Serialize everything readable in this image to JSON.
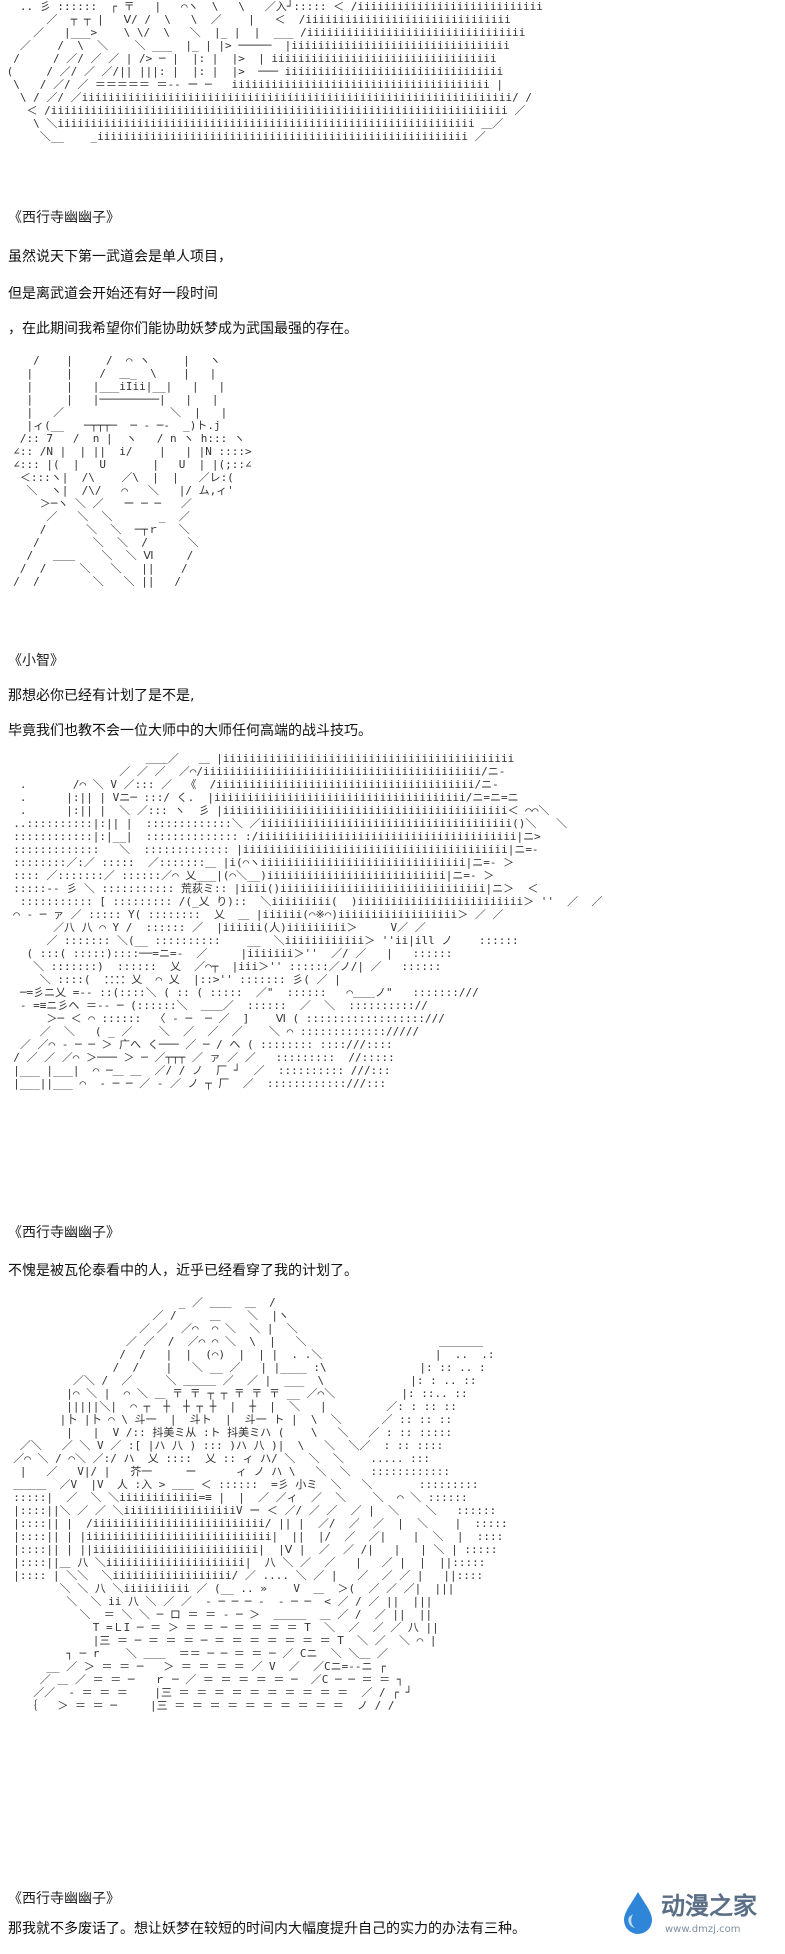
{
  "art": [
    "   .. 彡 ::::::  ┌ 〒   |   ⌒ヽ  \\   \\   ／入┘::::: ＜ /iiiiiiiiiiiiiiiiiiiiiiiiiiii\n       ／  ┬ ┬ |   Ⅴ/ /  \\   \\  ／    |   ＜  /iiiiiiiiiiiiiiiiiiiiiiiiiiiiiii\n     ／   |___>    \\ \\/  \\   ＼  |_ |  |  ___ /iiiiiiiiiiiiiiiiiiiiiiiiiiiiiiiii\n   ／    /  \\  ＼    ＼ ___  |_ | |> ─────  |iiiiiiiiiiiiiiiiiiiiiiiiiiiiiiiii\n  /     / ／/ ／ ／ | /> ─ |  |: |  |>  | iiiiiiiiiiiiiiiiiiiiiiiiiiiiiiiiii\n (     / ／/ ／ ／/|| |||: |  |: |  |>  ─── iiiiiiiiiiiiiiiiiiiiiiiiiiiiiiiii\n  \\   / ／/ ／ ＝＝＝＝＝ ＝‐‐ ー ─   iiiiiiiiiiiiiiiiiiiiiiiiiiiiiiiiiiiiiii |\n   \\ / ／/ ／iiiiiiiiiiiiiiiiiiiiiiiiiiiiiiiiiiiiiiiiiiiiiiiiiiiiiiiiiiiiiiiii/ /\n    ＜ /iiiiiiiiiiiiiiiiiiiiiiiiiiiiiiiiiiiiiiiiiiiiiiiiiiiiiiiiiiiiiiiiiiiii ／\n     \\ ＼iiiiiiiiiiiiiiiiiiiiiiiiiiiiiiiiiiiiiiiiiiiiiiiiiiiiiiiiiiiiiii ＿／\n      ＼__    _iiiiiiiiiiiiiiiiiiiiiiiiiiiiiiiiiiiiiiiiiiiiiiiiiiiiiiii ／",
    "     /    |     /  ⌒ ヽ     |   ヽ\n    |     |    /  ＿_  \\    |   |\n    |     |   |___iIii|__|   |   |\n    |     |   |─────────|   |   |\n    |   ／                ＼  |   |\n    |ィ(__   ─┬┬┬─  ─ ‐ ─‐  _)ト.j\n   /:: 7   /  n |  ヽ   / n ヽ h::: ヽ\n  ∠:: /N |  | ||  i/    |   | |N ::::>\n  ∠::: |(  |   U       |   U  | |(;::∠\n   ＜:::ヽ|  /\\    ／\\  |  |   ／レ:(\n    ＼  ヽ|  /\\/   ⌒   ＼   |/ ム,ィ'\n      ＞─ヽ ＼ ／   ー ─ ─   ／\n       ／   ＼  ＼       _  ／\n      /      ＼  ＼  ─┬ｒ   ＼\n     /        ＼  ＼  /      ＼\n    /   ＿＿    ＼  ＼ Ⅵ     /\n   /  /     ＼   ＼   ||    /\n  /  /        ＼   ＼ ||   /",
    "                      ＿＿／   ＿ |iiiiiiiiiiiiiiiiiiiiiiiiiiiiiiiiiiiiiiiiiiii\n                  ／ ／ ／  ／⌒/iiiiiiiiiiiiiiiiiiiiiiiiiiiiiiiiiiiiiiiiii/ニ‐\n   .       /⌒ ＼ V ／::: ／  《  /iiiiiiiiiiiiiiiiiiiiiiiiiiiiiiiiiiiiiii/ニ‐\n   .      |:|| | Vニ─ :::/ く.  |iiiiiiiiiiiiiiiiiiiiiiiiiiiiiiiiiiiiii/ニ=ニ=ニ\n   .      |:|| |  ＼ ／::: ヽ  彡 |iiiiiiiiiiiiiiiiiiiiiiiiiiiiiiiiiiiiiiiiiii＜ ⌒⌒＼\n  ..::::::::::|:|| |  :::::::::::::＼ ／iiiiiiiiiiiiiiiiiiiiiiiiiiiiiiiiiiiiii()＼   ＼\n  ::::::::::::|:|__|  :::::::::::::: :/iiiiiiiiiiiiiiiiiiiiiiiiiiiiiiiiiiiiiii|ニ>\n  :::::::::::::   ＼  ::::::::::::: |iiiiiiiiiiiiiiiiiiiiiiiiiiiiiiiiiiiiiiii|ニ=‐\n  ::::::::／:／ :::::  ／:::::::＿ |i(⌒ヽiiiiiiiiiiiiiiiiiiiiiiiiiiiiiii|ニ=‐ ＞\n  :::: ／:::::::／ ::::::／⌒ 乂___|(⌒＼__)iiiiiiiiiiiiiiiiiiiiiiiiiii|ニ=‐ ＞\n  :::::‐‐ 彡 ＼ ::::::::::: 荒荻ミ:: |iiii()iiiiiiiiiiiiiiiiiiiiiiiiiiiiiii|ニ＞  ＜\n   ::::::::::: [ ::::::::: /(_乂 り)::  ＼iiiiiiiii(  )iiiiiiiiiiiiiiiiiiiiiiiii＞ ''  ／  ／\n  ⌒ ‐ ─ ァ ／ ::::: Y( ::::::::  乂  ＿ |iiiiii(⌒※⌒)iiiiiiiiiiiiiiiiii＞ ／ ／\n        ／八 八 ⌒ Y /  :::::: ／  |iiiiii(人)iiiiiiiii＞     V／ ／\n       ／ ::::::: ＼(__ ::::::::::    __  ＼iiiiiiiiiiii＞ ''ii|ill ノ    ::::::\n    ( :::( :::::)::::──=ニ=‐  ／     |iiiiiii＞''  ／/ ／   |   ::::::\n     ＼ :::::::)  ::::::  乂  ／⌒┬  |iii＞'' ::::::／ノ/| ／   ::::::\n      ＼ ::::(  ：：：：乂  ⌒ 乂  |::>'' ::::::: 彡( ／ |\n   ─=彡ニ乂 =‐‐ ::(::::＼ ( :: ( :::::  ／\"  ::::::   ⌒＿＿ノ\"   :::::::///\n   ‐ =≡ニ彡ヘ ＝‐‐ ─ (::::::＼  ＿＿／  ::::::  ／  ＼  :::::::::://\n       ＞─ ＜ ⌒ ::::::  〈 ‐ ─  ─ ／  ]    Ⅵ ( ::::::::::::::::::///\n      ／  ＼   ( _ ／    ＼  ／  ／  ／    ＼ ⌒ ::::::::::::://///\n   ／ ／⌒ ‐ ─ ─ ＞ 广へ く─── ／ ─ / ヘ ( :::::::: ::::///::::\n  / ／ ／ ／⌒ ＞─── ＞ ─ ／┬┬┬ ／ ァ ／ ／   :::::::::  //:::::\n  |___ |___|  ⌒ ─＿ ＿  ／/ / ノ  厂 ┘  ／  :::::::::: ///:::\n  |___||___ ⌒  ‐ ─ ─ ／ ‐ ／ ノ ┬ 厂  ／  ::::::::::::///:::",
    "                           _ ／ ＿＿  ＿  /\n                       ／ /     ＿    ＼  |ヽ\n                     ／ ／  ／⌒  ⌒ ＼  ＼ |  ＼\n                   ／ ／  /  ／⌒ ⌒ ＼  \\  |   ＼                    ＿＿＿＿\n                  /  /   |  |  (⌒)  |  | |  . .＼                 |  ..  .:\n                 /  /    |   ＼ __ ／   | |____ :\\              |: :: .. :\n           ／＼ /  ／     ＼ ＿＿＿ ／  ／ |  ___  \\             |: : .. ::\n          |⌒ ＼ |  ⌒ ＼ ＿ 〒 〒 ┬ ┬ 〒 〒 〒 __ ／⌒＼          |: ::.. ::\n          |||||＼|  ⌒ ┬  ┼  ┼ ┬ ┼  |  ┼  |  ＼   |         ／: : :: ::\n         |卜 |卜 ⌒ \\ 斗一  |  斗ト  |  斗一 ト |  \\  ＼      ／ :: :: ::\n          |   |  V /:: 抖美ミ从 :ト 抖美ミハ (    \\   ＼   ／ : :: :::::\n   ／＼   ／ ＼ V ／ :[ |ハ 八 ) ::: )ハ 八 )|  \\   ＼  ＼／  : :: ::::\n  ／⌒ ＼ / ⌒＼ ／:/ ハ  乂 ::::  乂 :: ィ ハ/ ＼  ＼  ＼    ..... :::\n   |   ／   V|/ |   芥一     ー      ィ ノ ハ \\   ＼  ＼   ::::::::::::\n  ＿＿＿  ／V  |V  人 :入 > ＿＿ ＜ ::::::  =彡 小ミ  ＼   ＼       :::::::::\n  :::::|  ／  ＼ ＼iiiiiiiiiiii=≡ |  |  ／ ／ィ  ／  ＼    ＼  ⌒ ＼ ::::::\n  |::::||＼ ／ ／ ＼iiiiiiiiiiiiiiiiiV ー ＜ ／/ ／ ／  ／ |  ＼    ＼   ::::::\n  |::::|| |  /iiiiiiiiiiiiiiiiiiiiiiiiii/ || |  ／/  ／  ／  |  ＼    |  :::::\n  |::::|| | |iiiiiiiiiiiiiiiiiiiiiiiiiiii|  ||  |/  ／  ／|    |  ＼  |  ::::\n  |::::|| | ||iiiiiiiiiiiiiiiiiiiiiiiii|  |Ⅴ |  ／  ／ /|   |   | ＼ | :::::\n  |::::||＿ 八 ＼iiiiiiiiiiiiiiiiiiiii|  八 ＼ ／  ／   |   ／ |  |  ||:::::\n  |:::: | ＼＼  ＼iiiiiiiiiiiiiiiiii/ ／ .... ＼ ／ |   ／  ／ ／ |   ||::::\n         ＼ ＼ 八 ＼iiiiiiiiii ／ (__ .. »    V  ＿  ＞(  ／ ／ ／|  |||\n          ＼  ＼ ii 八 ＼ ／ ／  ‐ ─ ─ ─ ‐  ‐ ─ ─  < ／ / ／ ||  |||\n            ＼  ＝ ＼ ＼ ─ ロ ＝ ＝ ‐ ─ ＞  ＿＿＿  ＿ ／ /  ／ ||  ||\n              T =ＬI ─ ＝ ＞ ＝ ＝ ─ ＝ ＝ ＝ ＝ T  ＼  ／  ／ ／ 八 ||\n              |三 ＝ ─ ＝ ＝ ＝ ─ ＝ ＝ ＝ ＝ ＝ ＝ ＝ Т  ＼ ／  ＼ ⌒ |\n          ┐ ─ r    ＼ ＿＿  ＝＝ ─ ─ ＝ ＝ ─ ／ Cニ  ＼ ＼＿ ／\n       __ ／ ＞ ＝ ＝ ─   ＞ ＝ ＝ ＝ ＝ ／ V  ／  ／Cニ=‐‐ニ ┌\n      ／ ＿ ／ ＝ ＝ ─   ｒ ─ ／ ＝ ＝ ＝ ＝ ＝ ─  ／C ─ ─ ＝ ＝ ┐\n     ／／  ‐ ＝ ＝ ＝    |三 ＝ ＝ ＝ ＝ ＝ ＝ ＝ ＝ ＝ ＝  ／ / ┌ ┘\n    ｛   ＞ ＝ ＝ ─     |三 ＝ ＝ ＝ ＝ ＝ ＝ ＝ ＝ ＝ ＝  ノ / /"
  ],
  "blocks": [
    {
      "speaker": "《西行寺幽幽子》",
      "lines": [
        "虽然说天下第一武道会是单人项目，",
        "但是离武道会开始还有好一段时间",
        "，在此期间我希望你们能协助妖梦成为武国最强的存在。"
      ]
    },
    {
      "speaker": "《小智》",
      "lines": [
        "那想必你已经有计划了是不是,",
        "毕竟我们也教不会一位大师中的大师任何高端的战斗技巧。"
      ]
    },
    {
      "speaker": "《西行寺幽幽子》",
      "lines": [
        "不愧是被瓦伦泰看中的人，近乎已经看穿了我的计划了。"
      ]
    },
    {
      "speaker": "《西行寺幽幽子》",
      "lines": [
        "那我就不多废话了。想让妖梦在较短的时间内大幅度提升自己的实力的办法有三种。"
      ]
    }
  ],
  "watermark": {
    "name": "动漫之家",
    "url": "www.dmzj.com",
    "icon": "water-drop-icon",
    "colors": {
      "accent": "#5a6f86",
      "drop_blue": "#2f86d8",
      "drop_light": "#8fd0f5"
    }
  }
}
